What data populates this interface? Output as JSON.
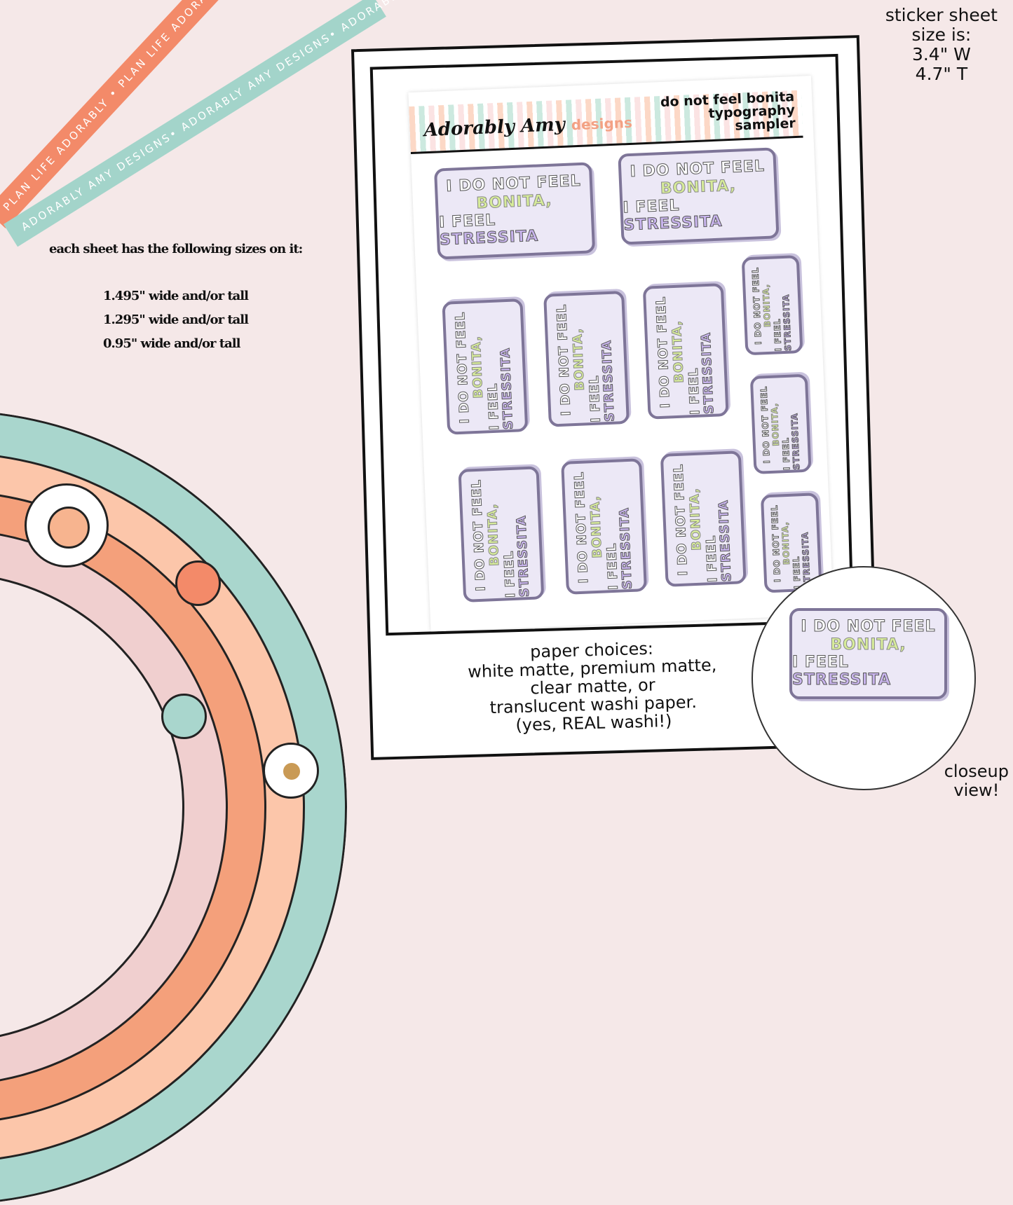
{
  "ribbons": {
    "orange": "PLAN LIFE ADORABLY • PLAN LIFE ADORABLY • PLAN LIFE ADORABLY",
    "teal": "ADORABLY AMY DESIGNS• ADORABLY AMY DESIGNS• ADORABLY AMY DESIGNS"
  },
  "sizes": {
    "heading": "each sheet has the following sizes on it:",
    "items": [
      "1.495\" wide and/or tall",
      "1.295\" wide and/or tall",
      "0.95\" wide and/or tall"
    ]
  },
  "sheet_size": {
    "line1": "sticker sheet",
    "line2": "size is:",
    "line3": "3.4\" W",
    "line4": "4.7\" T"
  },
  "header": {
    "brand": "Adorably Amy",
    "brand_suffix": "designs",
    "title1": "do not feel bonita",
    "title2": "typography",
    "title3": "sampler"
  },
  "sticker": {
    "line1": "I DO NOT FEEL",
    "line2": "BONITA,",
    "line3a": "I FEEL ",
    "line3b": "STRESSITA"
  },
  "paper": {
    "line1": "paper choices:",
    "line2": "white matte, premium matte,",
    "line3": "clear matte, or",
    "line4": "translucent washi paper.",
    "line5": "(yes, REAL washi!)"
  },
  "closeup": {
    "line1": "closeup",
    "line2": "view!"
  },
  "colors": {
    "background": "#f5e8e8",
    "orange": "#f38a69",
    "teal": "#a3d4ca",
    "sticker": "#ece8f6",
    "outline": "#7e7598"
  }
}
